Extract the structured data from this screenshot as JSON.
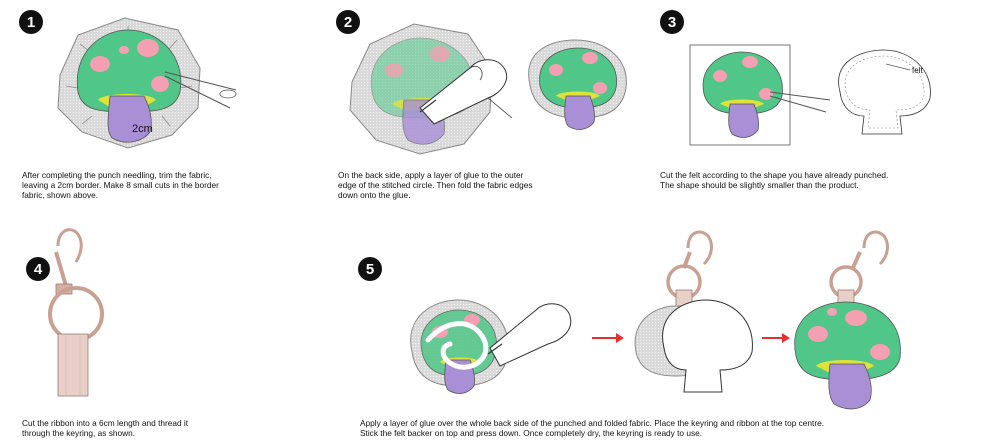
{
  "steps": [
    {
      "number": "1",
      "caption": "After completing the punch needling, trim the fabric,\nleaving a 2cm border. Make 8 small cuts in the border\nfabric, shown above.",
      "label": "2cm"
    },
    {
      "number": "2",
      "caption": "On the back side, apply a layer of glue to the outer\nedge of the stitched circle. Then fold the fabric edges\ndown onto the glue."
    },
    {
      "number": "3",
      "caption": "Cut the felt according to the shape you have already punched.\nThe shape should be slightly smaller than the product.",
      "label": "felt"
    },
    {
      "number": "4",
      "caption": "Cut the ribbon into a 6cm length and thread it\nthrough the keyring, as shown."
    },
    {
      "number": "5",
      "caption": "Apply a layer of glue over the whole back side of the punched and folded fabric. Place the keyring and ribbon at the top centre.\nStick the felt backer on top and press down. Once completely dry, the keyring is ready to use."
    }
  ],
  "colors": {
    "green": "#52c98a",
    "pink": "#f49fb2",
    "purple": "#a98fd6",
    "yellow": "#dde33a",
    "fabric": "#d8d8d8",
    "arrow": "#e5302f",
    "metal": "#d8b0a3"
  }
}
